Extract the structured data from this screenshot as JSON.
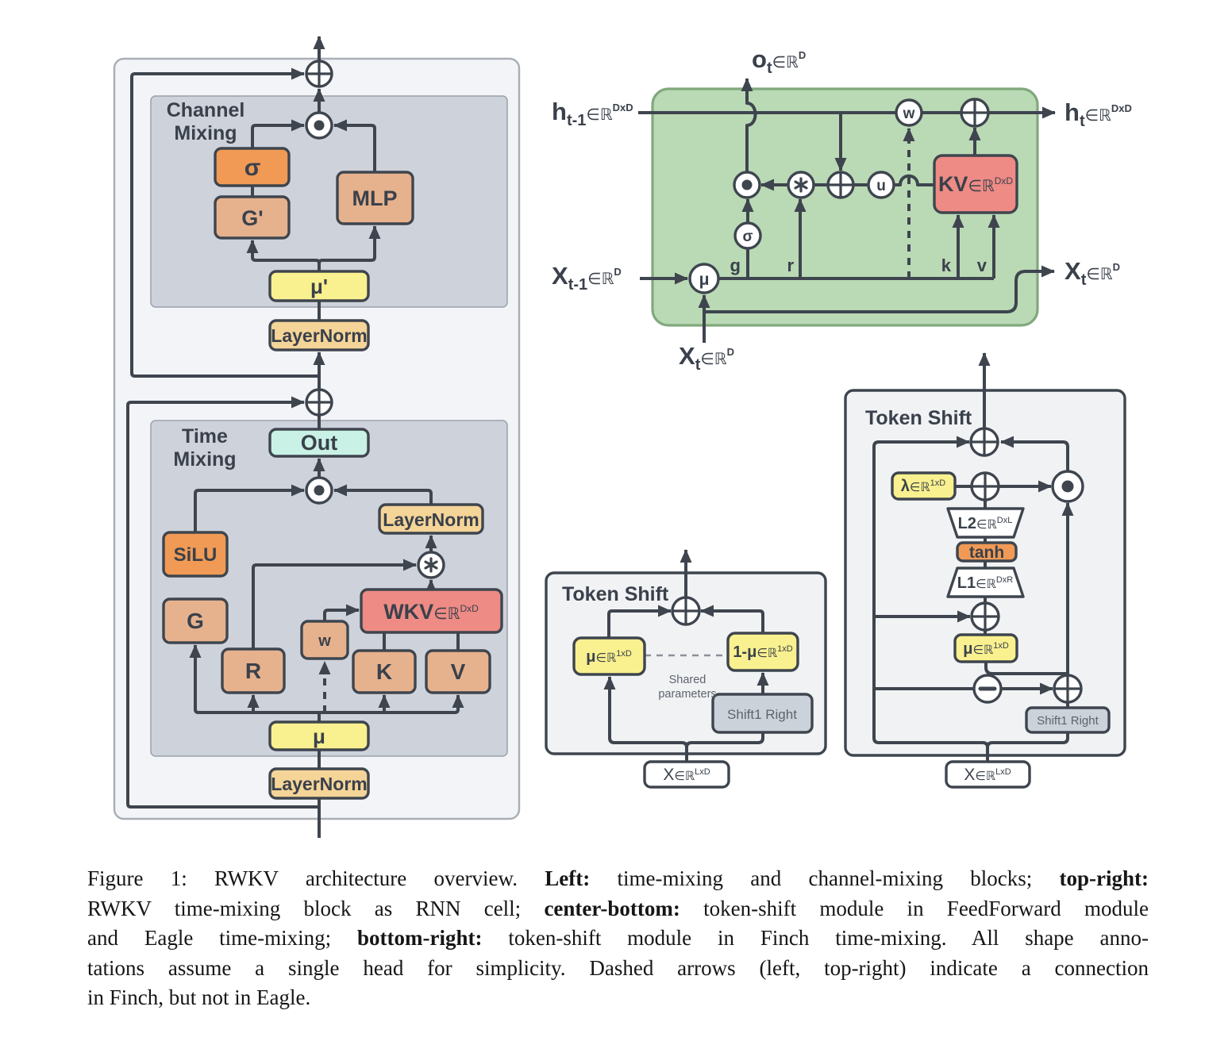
{
  "palette": {
    "line": "#3e454e",
    "text": "#3a414b",
    "outer_box_fill": "#f3f4f7",
    "outer_box_stroke": "#a9afb7",
    "inner_box_fill": "#ced2db",
    "inner_box_stroke": "#9aa1ab",
    "green_fill": "#bad9b5",
    "green_stroke": "#81a87d",
    "tan": "#e6b28e",
    "orange": "#f09a55",
    "gold": "#f5d498",
    "yellow": "#f9f08f",
    "mint": "#c9f1e5",
    "red": "#ee8b85",
    "salmon_circle": "#f09390",
    "orange_circle": "#f0a058",
    "yellow_circle": "#f7ec96",
    "shift_box": "#ccd2da",
    "module_fill": "#f1f2f4",
    "white_box": "#ffffff",
    "muted_text": "#5d646d"
  },
  "left": {
    "channel_line1": "Channel",
    "channel_line2": "Mixing",
    "time_line1": "Time",
    "time_line2": "Mixing",
    "sigma": "σ",
    "g_prime": "G'",
    "mlp": "MLP",
    "mu_prime": "μ'",
    "layernorm_top": "LayerNorm",
    "layernorm_mid": "LayerNorm",
    "layernorm_bottom": "LayerNorm",
    "out": "Out",
    "silu": "SiLU",
    "g": "G",
    "r": "R",
    "w": "w",
    "k": "K",
    "v": "V",
    "mu": "μ",
    "wkv": [
      {
        "t": "WKV",
        "k": "B"
      },
      {
        "t": "∈ℝ",
        "k": "M"
      },
      {
        "t": "DxD",
        "k": "P"
      }
    ]
  },
  "cell": {
    "o_t": [
      {
        "t": "o",
        "k": "b"
      },
      {
        "t": "t",
        "k": "s"
      },
      {
        "t": "∈ℝ",
        "k": "m"
      },
      {
        "t": "D",
        "k": "p"
      }
    ],
    "h_prev": [
      {
        "t": "h",
        "k": "b"
      },
      {
        "t": "t-1",
        "k": "s"
      },
      {
        "t": "∈ℝ",
        "k": "m"
      },
      {
        "t": "DxD",
        "k": "p"
      }
    ],
    "h_next": [
      {
        "t": "h",
        "k": "b"
      },
      {
        "t": "t",
        "k": "s"
      },
      {
        "t": "∈ℝ",
        "k": "m"
      },
      {
        "t": "DxD",
        "k": "p"
      }
    ],
    "x_prev": [
      {
        "t": "X",
        "k": "b"
      },
      {
        "t": "t-1",
        "k": "s"
      },
      {
        "t": "∈ℝ",
        "k": "m"
      },
      {
        "t": "D",
        "k": "p"
      }
    ],
    "x_in": [
      {
        "t": "X",
        "k": "b"
      },
      {
        "t": "t",
        "k": "s"
      },
      {
        "t": "∈ℝ",
        "k": "m"
      },
      {
        "t": "D",
        "k": "p"
      }
    ],
    "x_out": [
      {
        "t": "X",
        "k": "b"
      },
      {
        "t": "t",
        "k": "s"
      },
      {
        "t": "∈ℝ",
        "k": "m"
      },
      {
        "t": "D",
        "k": "p"
      }
    ],
    "kv": [
      {
        "t": "KV",
        "k": "B"
      },
      {
        "t": "∈ℝ",
        "k": "M"
      },
      {
        "t": "DxD",
        "k": "P"
      }
    ],
    "w": "w",
    "u": "u",
    "sigma": "σ",
    "mu": "μ",
    "g": "g",
    "r": "r",
    "k": "k",
    "v": "v"
  },
  "shift_ff": {
    "title": "Token Shift",
    "mu": [
      {
        "t": "μ",
        "k": "c"
      },
      {
        "t": "∈ℝ",
        "k": "d"
      },
      {
        "t": "1xD",
        "k": "q"
      }
    ],
    "one_minus_mu": [
      {
        "t": "1-μ",
        "k": "c"
      },
      {
        "t": "∈ℝ",
        "k": "d"
      },
      {
        "t": "1xD",
        "k": "q"
      }
    ],
    "shared_line1": "Shared",
    "shared_line2": "parameters",
    "shift1": "Shift1 Right",
    "x": [
      {
        "t": "X",
        "k": "n"
      },
      {
        "t": "∈ℝ",
        "k": "d"
      },
      {
        "t": "LxD",
        "k": "q"
      }
    ]
  },
  "shift_finch": {
    "title": "Token Shift",
    "lambda": [
      {
        "t": "λ",
        "k": "c"
      },
      {
        "t": "∈ℝ",
        "k": "d"
      },
      {
        "t": "1xD",
        "k": "q"
      }
    ],
    "l2": [
      {
        "t": "L2",
        "k": "c"
      },
      {
        "t": "∈ℝ",
        "k": "d"
      },
      {
        "t": "DxL",
        "k": "q"
      }
    ],
    "tanh": "tanh",
    "l1": [
      {
        "t": "L1",
        "k": "c"
      },
      {
        "t": "∈ℝ",
        "k": "d"
      },
      {
        "t": "DxR",
        "k": "q"
      }
    ],
    "mu": [
      {
        "t": "μ",
        "k": "c"
      },
      {
        "t": "∈ℝ",
        "k": "d"
      },
      {
        "t": "1xD",
        "k": "q"
      }
    ],
    "shift1": "Shift1 Right",
    "x": [
      {
        "t": "X",
        "k": "n"
      },
      {
        "t": "∈ℝ",
        "k": "d"
      },
      {
        "t": "LxD",
        "k": "q"
      }
    ]
  },
  "caption": {
    "lines": [
      [
        {
          "t": "Figure 1: RWKV architecture overview. ",
          "b": 0
        },
        {
          "t": "Left:",
          "b": 1
        },
        {
          "t": " time-mixing and channel-mixing blocks; ",
          "b": 0
        },
        {
          "t": "top-right:",
          "b": 1
        }
      ],
      [
        {
          "t": "RWKV time-mixing block as RNN cell; ",
          "b": 0
        },
        {
          "t": "center-bottom:",
          "b": 1
        },
        {
          "t": " token-shift module in FeedForward module",
          "b": 0
        }
      ],
      [
        {
          "t": "and Eagle time-mixing; ",
          "b": 0
        },
        {
          "t": "bottom-right:",
          "b": 1
        },
        {
          "t": " token-shift module in Finch time-mixing. All shape anno-",
          "b": 0
        }
      ],
      [
        {
          "t": "tations assume a single head for simplicity. Dashed arrows (left, top-right) indicate a connection",
          "b": 0
        }
      ],
      [
        {
          "t": "in Finch, but not in Eagle.",
          "b": 0
        }
      ]
    ]
  }
}
